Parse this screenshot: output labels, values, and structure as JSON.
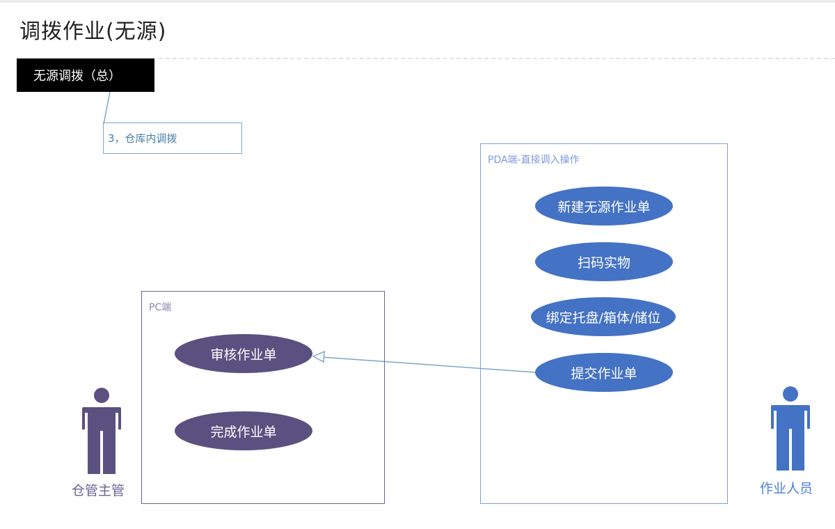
{
  "page": {
    "title": "调拨作业(无源)"
  },
  "summary_node": {
    "label": "无源调拨（总）"
  },
  "sub_node": {
    "label": "3，仓库内调拨"
  },
  "pc_frame": {
    "label": "PC端",
    "use_cases": [
      "审核作业单",
      "完成作业单"
    ]
  },
  "pda_frame": {
    "label": "PDA端-直接调入操作",
    "use_cases": [
      "新建无源作业单",
      "扫码实物",
      "绑定托盘/箱体/储位",
      "提交作业单"
    ]
  },
  "actors": {
    "left": {
      "label": "仓管主管",
      "color": "#5b5180"
    },
    "right": {
      "label": "作业人员",
      "color": "#4472c4"
    }
  },
  "relations": [
    {
      "from": "提交作业单",
      "to": "审核作业单",
      "type": "generalization-arrow"
    }
  ]
}
